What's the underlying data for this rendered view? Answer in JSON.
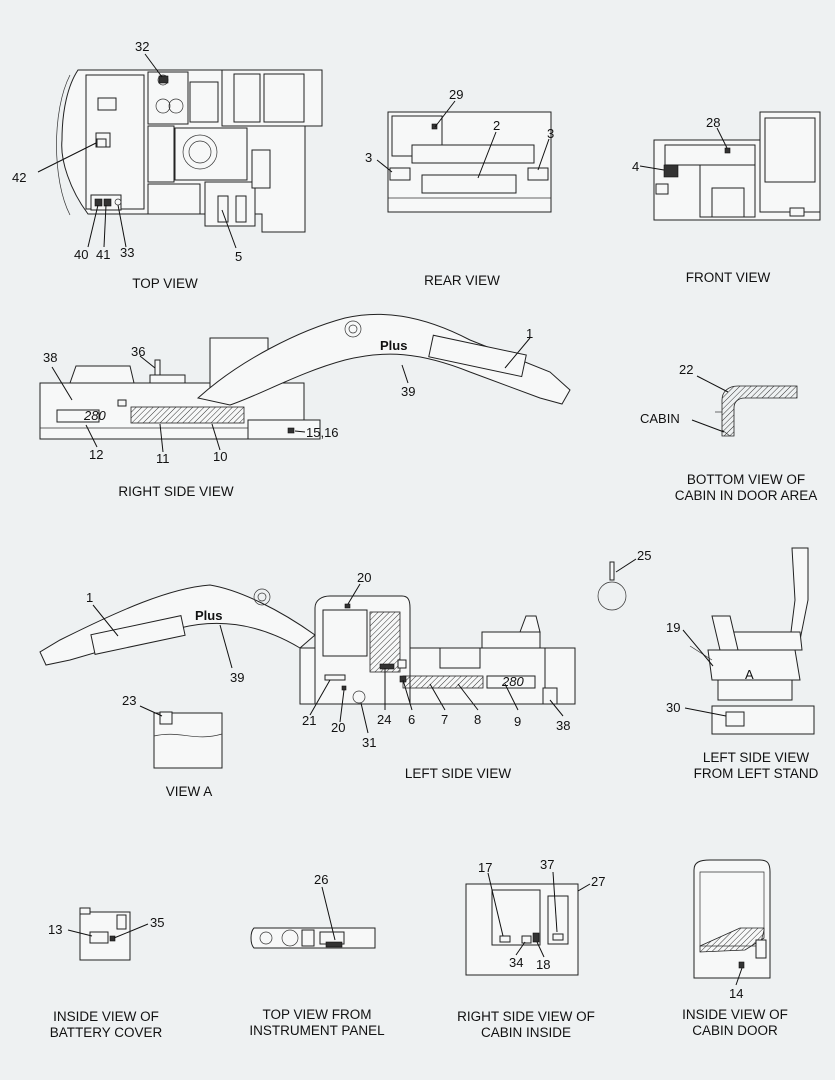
{
  "views": {
    "top": "TOP VIEW",
    "rear": "REAR VIEW",
    "front": "FRONT VIEW",
    "right_side": "RIGHT SIDE VIEW",
    "bottom_cabin_l1": "BOTTOM VIEW OF",
    "bottom_cabin_l2": "CABIN IN DOOR AREA",
    "left_side": "LEFT SIDE VIEW",
    "view_a": "VIEW A",
    "left_stand_l1": "LEFT SIDE VIEW",
    "left_stand_l2": "FROM LEFT STAND",
    "battery_l1": "INSIDE VIEW OF",
    "battery_l2": "BATTERY COVER",
    "instrument_l1": "TOP VIEW FROM",
    "instrument_l2": "INSTRUMENT PANEL",
    "cabin_inside_l1": "RIGHT SIDE VIEW OF",
    "cabin_inside_l2": "CABIN INSIDE",
    "cabin_door_l1": "INSIDE VIEW OF",
    "cabin_door_l2": "CABIN DOOR"
  },
  "callouts": {
    "top": [
      "32",
      "42",
      "40",
      "41",
      "33",
      "5"
    ],
    "rear": [
      "29",
      "2",
      "3",
      "3"
    ],
    "front": [
      "28",
      "4"
    ],
    "right_side": [
      "38",
      "36",
      "1",
      "39",
      "12",
      "11",
      "10",
      "15,16"
    ],
    "bottom_cabin": [
      "22"
    ],
    "left_side": [
      "1",
      "20",
      "39",
      "21",
      "20",
      "31",
      "24",
      "6",
      "7",
      "8",
      "9",
      "38"
    ],
    "ring": [
      "25"
    ],
    "view_a": [
      "23"
    ],
    "seat": [
      "19",
      "30"
    ],
    "battery": [
      "13",
      "35"
    ],
    "instrument": [
      "26"
    ],
    "cabin_inside": [
      "17",
      "37",
      "27",
      "34",
      "18"
    ],
    "cabin_door": [
      "14"
    ]
  },
  "labels": {
    "cabin": "CABIN",
    "plus_right": "Plus",
    "plus_left": "Plus",
    "model_right": "280",
    "model_left": "280",
    "seat_a": "A"
  }
}
